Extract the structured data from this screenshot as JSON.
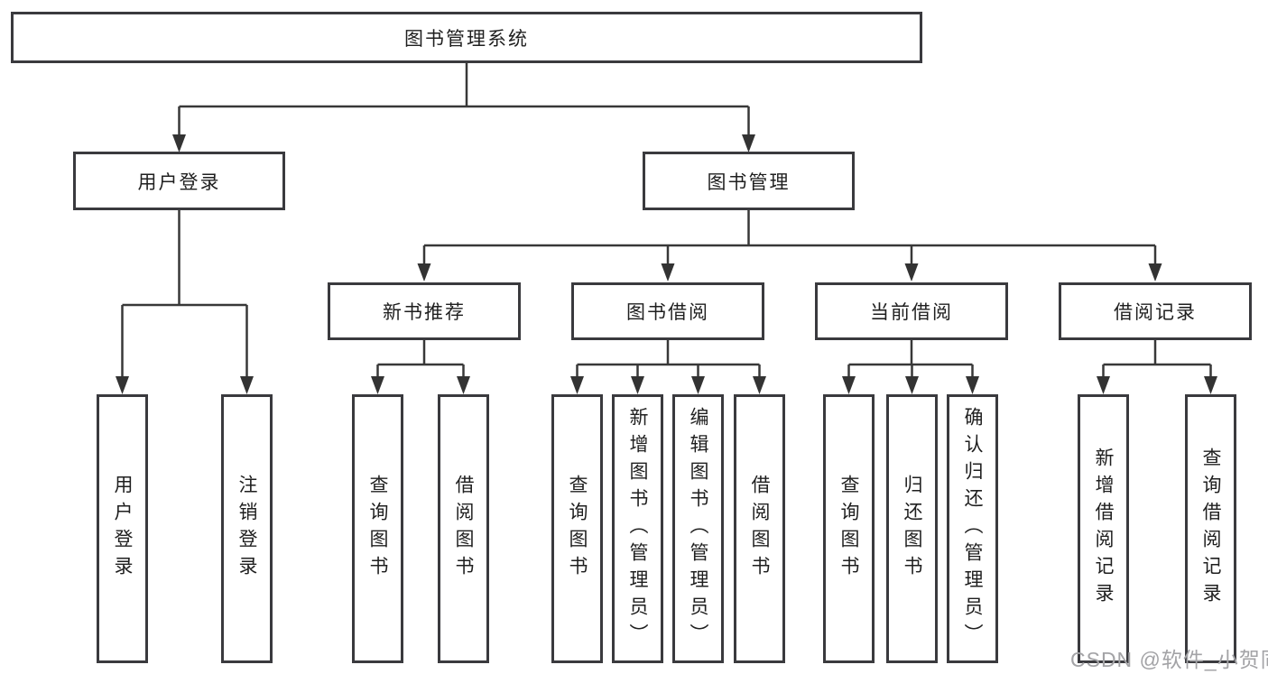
{
  "tree": {
    "label": "图书管理系统",
    "children": [
      {
        "label": "用户登录",
        "children": [
          {
            "label": "用户登录"
          },
          {
            "label": "注销登录"
          }
        ]
      },
      {
        "label": "图书管理",
        "children": [
          {
            "label": "新书推荐",
            "children": [
              {
                "label": "查询图书"
              },
              {
                "label": "借阅图书"
              }
            ]
          },
          {
            "label": "图书借阅",
            "children": [
              {
                "label": "查询图书"
              },
              {
                "label": "新增图书（管理员）"
              },
              {
                "label": "编辑图书（管理员）"
              },
              {
                "label": "借阅图书"
              }
            ]
          },
          {
            "label": "当前借阅",
            "children": [
              {
                "label": "查询图书"
              },
              {
                "label": "归还图书"
              },
              {
                "label": "确认归还（管理员）"
              }
            ]
          },
          {
            "label": "借阅记录",
            "children": [
              {
                "label": "新增借阅记录"
              },
              {
                "label": "查询借阅记录"
              }
            ]
          }
        ]
      }
    ]
  },
  "watermark": {
    "text": "CSDN @软件_小贺同学"
  },
  "colors": {
    "line": "#383838",
    "arrow": "#333333",
    "box_border": "#3a3a3e",
    "text": "#1f1f1f",
    "watermark": "#a3a3a6",
    "background": "#ffffff"
  }
}
